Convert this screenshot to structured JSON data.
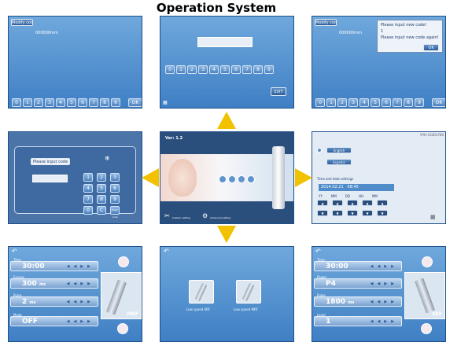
{
  "title": "Operation System",
  "screen_tl": {
    "modify": "Modify code",
    "code": "000000mm"
  },
  "keys": [
    "0",
    "1",
    "2",
    "3",
    "4",
    "5",
    "6",
    "7",
    "8",
    "9"
  ],
  "ok_label": "OK",
  "screen_tc": {
    "exit": "EXIT"
  },
  "screen_tr": {
    "modify": "Modify code",
    "code": "000000mm",
    "msg1": "Please input new code!",
    "msg2": "1",
    "msg3": "Please input new code again!",
    "ok": "OK"
  },
  "screen_ml": {
    "prompt": "Please input code",
    "keypad": [
      "1",
      "2",
      "3",
      "4",
      "5",
      "6",
      "7",
      "8",
      "9",
      "0",
      "C"
    ],
    "enter": "Enter code"
  },
  "screen_mc": {
    "version": "Ver: 1.2",
    "system_setting": "Sustem setting",
    "advanced_setting": "Advanced setting"
  },
  "screen_mr": {
    "serial": "VYH-13201700",
    "english": "English",
    "espanol": "Español",
    "time_title": "Time and date settings",
    "time_value": "2014.02.21   08:45",
    "cols": [
      "YY",
      "MM",
      "DD",
      "HH",
      "MM"
    ]
  },
  "screen_bl": {
    "bars": [
      {
        "label": "Time",
        "value": "30:00"
      },
      {
        "label": "Energy",
        "value": "300",
        "unit": "ms"
      },
      {
        "label": "Pulse",
        "value": "2",
        "unit": "ms"
      },
      {
        "label": "Mode",
        "value": "OFF"
      }
    ],
    "mode": "MRF"
  },
  "screen_bc": {
    "left": "Low speed SRF",
    "right": "Low speed MRF"
  },
  "screen_br": {
    "bars": [
      {
        "label": "Time",
        "value": "30:00"
      },
      {
        "label": "Power",
        "value": "P4"
      },
      {
        "label": "Pulse",
        "value": "1800",
        "unit": "ms"
      },
      {
        "label": "Level",
        "value": "1"
      }
    ],
    "mode": "SRF"
  },
  "colors": {
    "screen_blue": "#4f8cc9",
    "arrow": "#f2c200"
  }
}
